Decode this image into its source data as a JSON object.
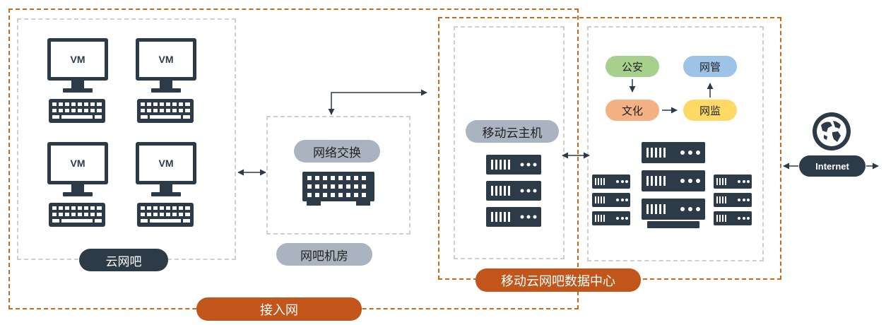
{
  "labels": {
    "yunwangba": "云网吧",
    "wangba_jifang": "网吧机房",
    "wangluo_jiaohuan": "网络交换",
    "yidong_yunzhuji": "移动云主机",
    "datacenter": "移动云网吧数据中心",
    "jieru_wang": "接入网",
    "internet": "Internet"
  },
  "vms": [
    {
      "label": "VM"
    },
    {
      "label": "VM"
    },
    {
      "label": "VM"
    },
    {
      "label": "VM"
    }
  ],
  "regulators": {
    "gongan": "公安",
    "wangguan": "网管",
    "wenhua": "文化",
    "wangjian": "网监"
  },
  "colors": {
    "orange_border": "#c96a1b",
    "orange_pill": "#c2561a",
    "dark_navy": "#2d3a48",
    "grey_pill": "#aab4c1",
    "green_node": "#a8d08d",
    "blue_node": "#9dc3e6",
    "salmon_node": "#f4b183",
    "yellow_node": "#ffd966"
  }
}
